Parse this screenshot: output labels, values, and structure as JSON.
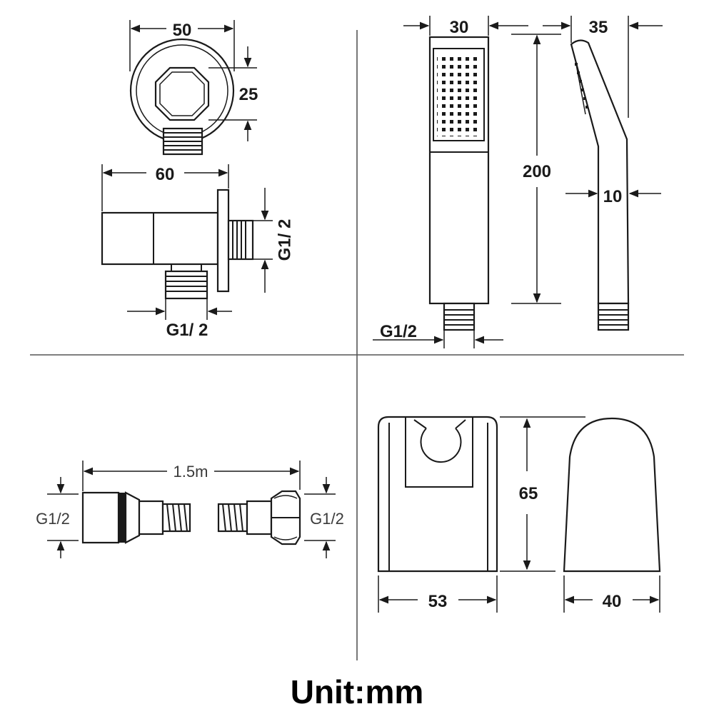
{
  "dims": {
    "outlet_width": "50",
    "outlet_height": "25",
    "outlet_length": "60",
    "outlet_thread_side": "G1/ 2",
    "outlet_thread_bottom": "G1/ 2",
    "shower_width": "30",
    "shower_side_width": "35",
    "shower_length": "200",
    "shower_neck": "10",
    "shower_thread": "G1/2",
    "hose_length": "1.5m",
    "hose_thread_left": "G1/2",
    "hose_thread_right": "G1/2",
    "holder_height": "65",
    "holder_width": "53",
    "holder_depth": "40"
  },
  "unit_label": "Unit:mm"
}
